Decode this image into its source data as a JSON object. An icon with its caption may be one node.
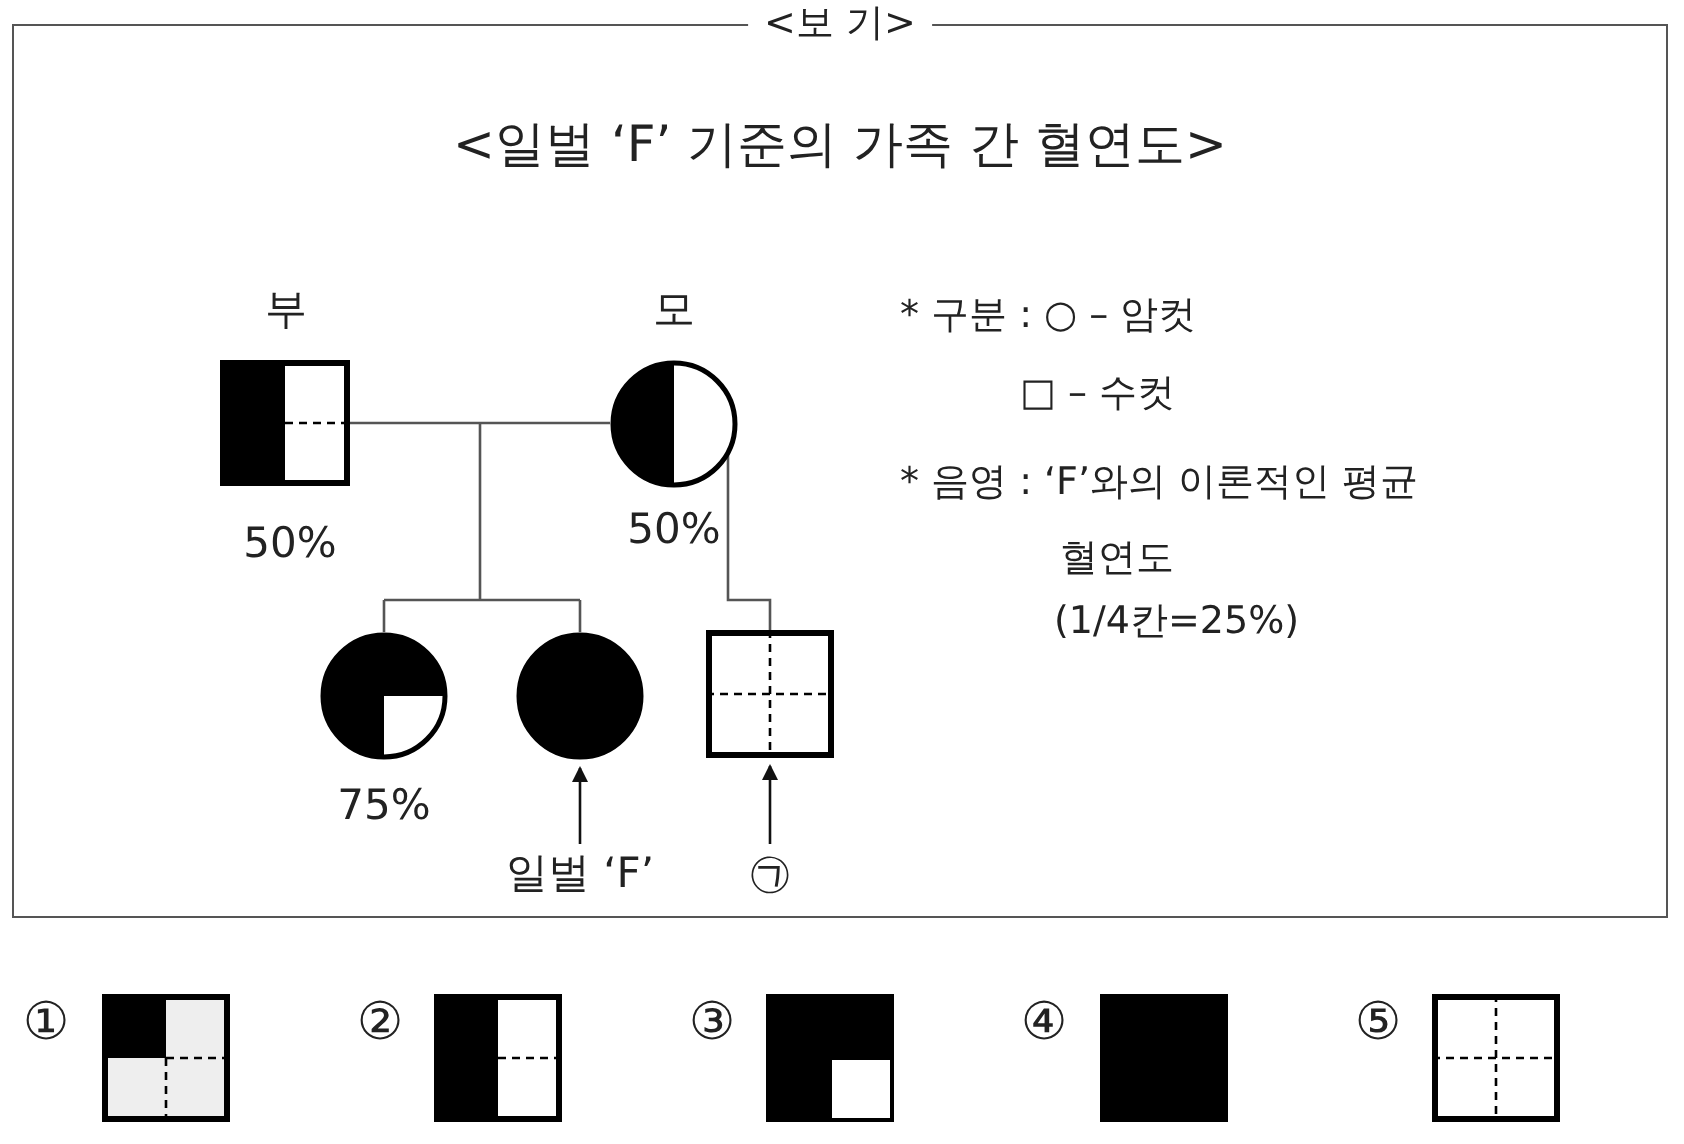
{
  "diagram": {
    "title": "<일벌 ‘F’ 기준의 가족 간 혈연도>",
    "nodes": [
      {
        "text": [],
        "shape": "box",
        "beside": [
          "부",
          "50%"
        ]
      },
      {
        "text": [],
        "shape": "circle",
        "beside": [
          "모",
          "50%"
        ]
      },
      {
        "text": [],
        "shape": "circle",
        "beside": [
          "75%"
        ]
      },
      {
        "text": [],
        "shape": "circle"
      },
      {
        "text": [],
        "shape": "box"
      },
      {
        "text": [
          "일벌 ‘F’"
        ]
      },
      {
        "text": [
          "㉠"
        ]
      }
    ],
    "edges": [
      {
        "from": 0,
        "to": 1,
        "arrow": "none"
      },
      {
        "from": 0,
        "to": 2,
        "arrow": "none"
      },
      {
        "from": 0,
        "to": 3,
        "arrow": "none"
      },
      {
        "from": 1,
        "to": 2,
        "arrow": "none"
      },
      {
        "from": 1,
        "to": 3,
        "arrow": "none"
      },
      {
        "from": 1,
        "to": 4,
        "arrow": "none"
      },
      {
        "from": 5,
        "to": 3,
        "arrow": "to"
      },
      {
        "from": 6,
        "to": 4,
        "arrow": "to"
      }
    ],
    "labels": [
      "<보 기>",
      "* 구분 : ○ – 암컷",
      "□ – 수컷",
      "* 음영 : ‘F’와의 이론적인 평균 혈연도",
      "(1/4칸=25%)",
      "①",
      "②",
      "③",
      "④",
      "⑤"
    ]
  }
}
